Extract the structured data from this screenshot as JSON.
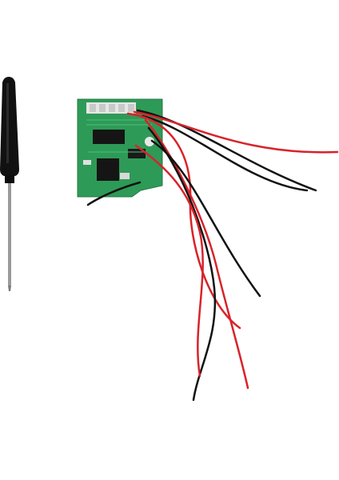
{
  "scene": {
    "background": "#ffffff",
    "objects": [
      {
        "name": "screwdriver",
        "handle_color": "#111111",
        "shaft_color": "#9a9a9a"
      },
      {
        "name": "circuit-board",
        "board_color": "#2e9a57",
        "chip_color": "#151515"
      },
      {
        "name": "wires",
        "colors": [
          "#d8232a",
          "#121212"
        ]
      }
    ]
  }
}
